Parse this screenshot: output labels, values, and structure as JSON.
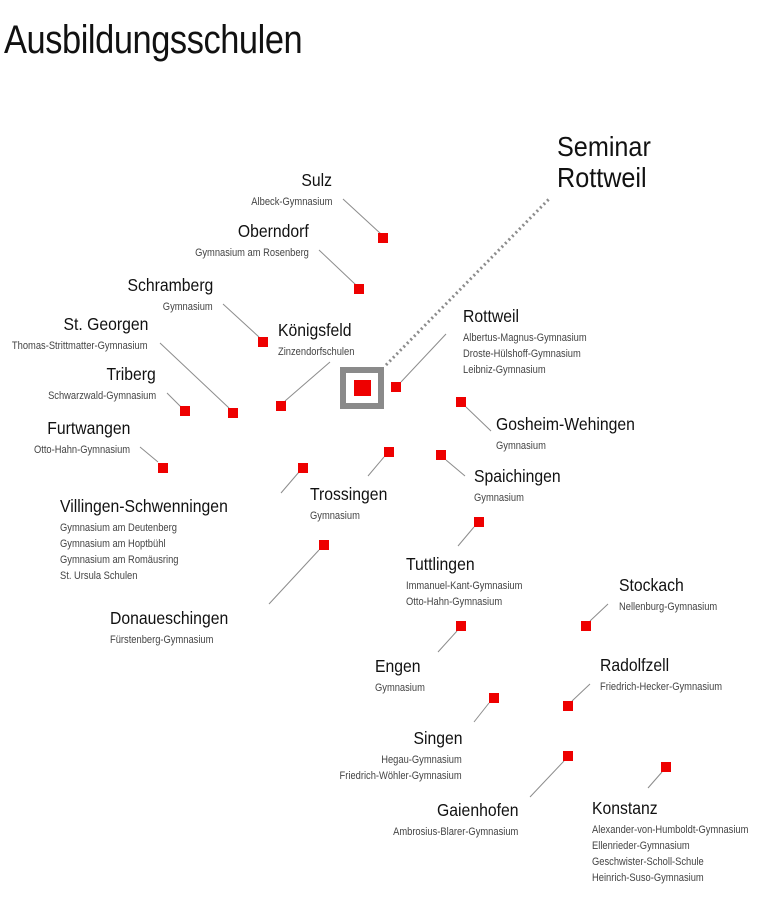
{
  "title": "Ausbildungsschulen",
  "seminar": {
    "line1": "Seminar",
    "line2": "Rottweil"
  },
  "colors": {
    "marker": "#ee0000",
    "leader": "#8c8c8c",
    "center_frame": "#8a8a8a",
    "text": "#111111",
    "subtext": "#444444"
  },
  "locations": [
    {
      "city": "Sulz",
      "schools": [
        "Albeck-Gymnasium"
      ]
    },
    {
      "city": "Oberndorf",
      "schools": [
        "Gymnasium am Rosenberg"
      ]
    },
    {
      "city": "Schramberg",
      "schools": [
        "Gymnasium"
      ]
    },
    {
      "city": "St. Georgen",
      "schools": [
        "Thomas-Strittmatter-Gymnasium"
      ]
    },
    {
      "city": "Königsfeld",
      "schools": [
        "Zinzendorfschulen"
      ]
    },
    {
      "city": "Triberg",
      "schools": [
        "Schwarzwald-Gymnasium"
      ]
    },
    {
      "city": "Furtwangen",
      "schools": [
        "Otto-Hahn-Gymnasium"
      ]
    },
    {
      "city": "Rottweil",
      "schools": [
        "Albertus-Magnus-Gymnasium",
        "Droste-Hülshoff-Gymnasium",
        "Leibniz-Gymnasium"
      ]
    },
    {
      "city": "Gosheim-Wehingen",
      "schools": [
        "Gymnasium"
      ]
    },
    {
      "city": "Villingen-Schwenningen",
      "schools": [
        "Gymnasium am Deutenberg",
        "Gymnasium am Hoptbühl",
        "Gymnasium am Romäusring",
        "St. Ursula Schulen"
      ]
    },
    {
      "city": "Trossingen",
      "schools": [
        "Gymnasium"
      ]
    },
    {
      "city": "Spaichingen",
      "schools": [
        "Gymnasium"
      ]
    },
    {
      "city": "Tuttlingen",
      "schools": [
        "Immanuel-Kant-Gymnasium",
        "Otto-Hahn-Gymnasium"
      ]
    },
    {
      "city": "Donaueschingen",
      "schools": [
        "Fürstenberg-Gymnasium"
      ]
    },
    {
      "city": "Stockach",
      "schools": [
        "Nellenburg-Gymnasium"
      ]
    },
    {
      "city": "Engen",
      "schools": [
        "Gymnasium"
      ]
    },
    {
      "city": "Radolfzell",
      "schools": [
        "Friedrich-Hecker-Gymnasium"
      ]
    },
    {
      "city": "Singen",
      "schools": [
        "Hegau-Gymnasium",
        "Friedrich-Wöhler-Gymnasium"
      ]
    },
    {
      "city": "Gaienhofen",
      "schools": [
        "Ambrosius-Blarer-Gymnasium"
      ]
    },
    {
      "city": "Konstanz",
      "schools": [
        "Alexander-von-Humboldt-Gymnasium",
        "Ellenrieder-Gymnasium",
        "Geschwister-Scholl-Schule",
        "Heinrich-Suso-Gymnasium"
      ]
    }
  ]
}
